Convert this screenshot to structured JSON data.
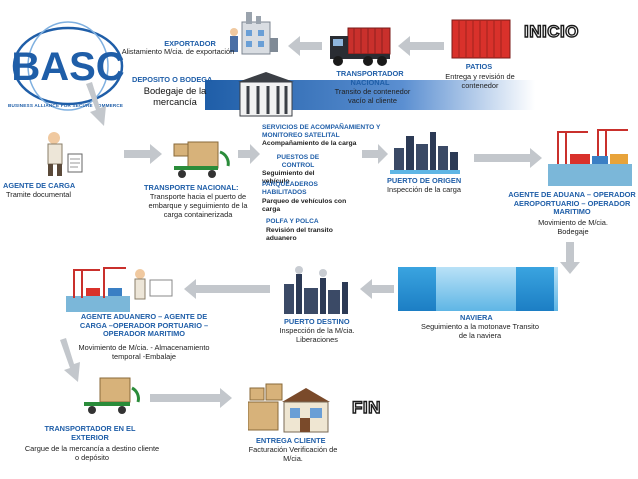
{
  "logo": {
    "brand": "BASC",
    "tagline": "BUSINESS ALLIANCE FOR SECURE COMMERCE"
  },
  "labels": {
    "inicio": "INICIO",
    "fin": "FIN"
  },
  "nodes": {
    "exportador": {
      "title": "EXPORTADOR",
      "desc": "Alistamiento M/cia. de exportación"
    },
    "deposito": {
      "title": "DEPOSITO O BODEGA",
      "desc": "Bodegaje de la mercancía"
    },
    "transportador_nacional": {
      "title": "TRANSPORTADOR NACIONAL",
      "desc": "Transito de contenedor vacío al cliente"
    },
    "patios": {
      "title": "PATIOS",
      "desc": "Entrega y revisión de contenedor"
    },
    "agente_carga": {
      "title": "AGENTE DE CARGA",
      "desc": "Tramite documental"
    },
    "transporte_nacional": {
      "title": "TRANSPORTE NACIONAL:",
      "desc": "Transporte hacia el puerto de embarque y seguimiento de la carga containerizada"
    },
    "servicios": {
      "title": "SERVICIOS DE ACOMPAÑAMIENTO Y MONITOREO SATELITAL",
      "desc": "Acompañamiento de la carga"
    },
    "puestos": {
      "title": "PUESTOS DE CONTROL",
      "desc": "Seguimiento del vehículo"
    },
    "parqueaderos": {
      "title": "PARQUEADEROS HABILITADOS",
      "desc": "Parqueo de vehículos con carga"
    },
    "polfa": {
      "title": "POLFA Y POLCA",
      "desc": "Revisión del transito aduanero"
    },
    "puerto_origen": {
      "title": "PUERTO DE ORIGEN",
      "desc": "Inspección de la carga"
    },
    "agente_aduana": {
      "title": "AGENTE DE ADUANA – OPERADOR AEROPORTUARIO – OPERADOR MARITIMO",
      "desc": "Movimiento de M/cia. Bodegaje"
    },
    "naviera": {
      "title": "NAVIERA",
      "desc": "Seguimiento a la motonave Transito de la naviera"
    },
    "puerto_destino": {
      "title": "PUERTO DESTINO",
      "desc": "Inspección de la M/cia. Liberaciones"
    },
    "agente_aduanero": {
      "title": "AGENTE ADUANERO – AGENTE DE CARGA –OPERADOR PORTUARIO – OPERADOR MARITIMO",
      "desc": "Movimiento de M/cia. - Almacenamiento temporal -Embalaje"
    },
    "transportador_exterior": {
      "title": "TRANSPORTADOR EN EL EXTERIOR",
      "desc": "Cargue de la mercancía a destino cliente o depósito"
    },
    "entrega_cliente": {
      "title": "ENTREGA CLIENTE",
      "desc": "Facturación Verificación de M/cia."
    }
  },
  "colors": {
    "heading": "#1f5ea8",
    "arrow": "#b9bdc2",
    "container": "#d9312b"
  }
}
